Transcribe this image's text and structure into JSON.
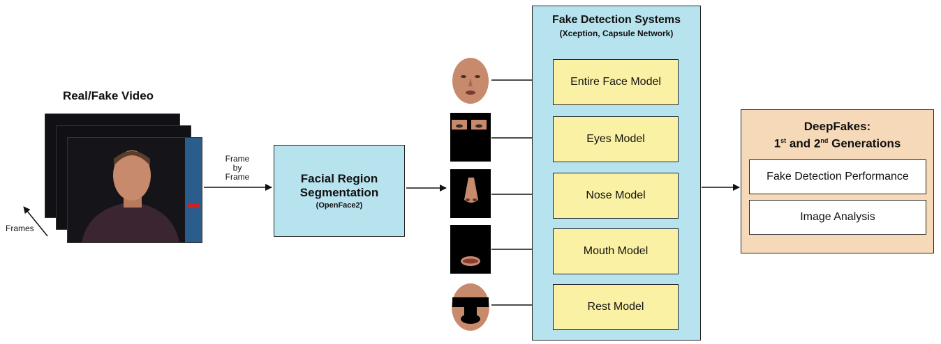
{
  "input": {
    "title": "Real/Fake Video",
    "frames_label": "Frames",
    "frame_by_frame": [
      "Frame",
      "by",
      "Frame"
    ]
  },
  "segmentation": {
    "title_line1": "Facial Region",
    "title_line2": "Segmentation",
    "subtitle": "(OpenFace2)"
  },
  "detection": {
    "title": "Fake Detection Systems",
    "subtitle": "(Xception, Capsule Network)",
    "models": [
      {
        "label": "Entire Face Model",
        "region": "entire-face"
      },
      {
        "label": "Eyes Model",
        "region": "eyes"
      },
      {
        "label": "Nose Model",
        "region": "nose"
      },
      {
        "label": "Mouth Model",
        "region": "mouth"
      },
      {
        "label": "Rest Model",
        "region": "rest"
      }
    ]
  },
  "deepfakes": {
    "title_word": "DeepFakes:",
    "gen1": "1",
    "gen1_sup": "st",
    "and": "and",
    "gen2": "2",
    "gen2_sup": "nd",
    "generations": "Generations",
    "outputs": [
      "Fake Detection Performance",
      "Image Analysis"
    ]
  },
  "colors": {
    "blue_box": "#b7e3ee",
    "yellow_box": "#faf1a4",
    "orange_box": "#f6d9b8",
    "skin": "#c88a6c",
    "dark_bg": "#101015"
  }
}
